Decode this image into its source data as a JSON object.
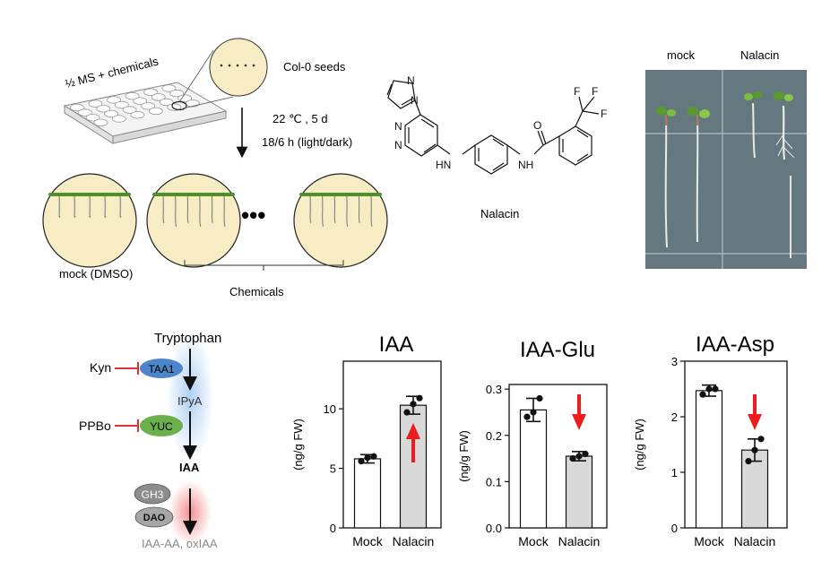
{
  "workflow": {
    "medium_label": "½ MS + chemicals",
    "seeds_label": "Col-0 seeds",
    "condition_temp": "22  ℃ , 5 d",
    "condition_light": "18/6 h (light/dark)",
    "mock_label": "mock (DMSO)",
    "chemicals_label": "Chemicals",
    "ellipsis": "•••"
  },
  "structure": {
    "compound_name": "Nalacin",
    "atom_labels": {
      "N1": "N",
      "N2": "N",
      "N3": "N",
      "N4": "N",
      "HN_left": "HN",
      "NH_right": "NH",
      "O": "O",
      "F1": "F",
      "F2": "F",
      "F3": "F"
    }
  },
  "photo": {
    "label_mock": "mock",
    "label_nalacin": "Nalacin"
  },
  "pathway": {
    "tryptophan": "Tryptophan",
    "kyn": "Kyn",
    "taa1": "TAA1",
    "ipya": "IPyA",
    "ppbo": "PPBo",
    "yuc": "YUC",
    "iaa": "IAA",
    "gh3": "GH3",
    "dao": "DAO",
    "products": "IAA-AA, oxIAA"
  },
  "colors": {
    "taa1": "#4a86c8",
    "yuc": "#6ab04c",
    "ellipse_grey": "#8c8c8c",
    "inhibit_red": "#e03030",
    "arrow_red": "#ee1c1c",
    "glow_blue": "#a9cdf2",
    "glow_red": "#f28a8a",
    "plate_fill": "#f8ecc4",
    "bar_grey": "#d9d9d9"
  },
  "chart_data": [
    {
      "type": "bar",
      "title": "IAA",
      "ylabel": "(ng/g FW)",
      "categories": [
        "Mock",
        "Nalacin"
      ],
      "values": [
        5.8,
        10.3
      ],
      "errors": [
        0.35,
        0.75
      ],
      "points": [
        [
          5.6,
          5.9,
          6.0
        ],
        [
          9.7,
          10.4,
          10.9
        ]
      ],
      "ylim": [
        0,
        14
      ],
      "yticks": [
        "0",
        "5",
        "10"
      ],
      "annotation": "up-arrow on Nalacin"
    },
    {
      "type": "bar",
      "title": "IAA-Glu",
      "ylabel": "(ng/g FW)",
      "categories": [
        "Mock",
        "Nalacin"
      ],
      "values": [
        0.255,
        0.155
      ],
      "errors": [
        0.025,
        0.01
      ],
      "points": [
        [
          0.24,
          0.25,
          0.28
        ],
        [
          0.15,
          0.155,
          0.16
        ]
      ],
      "ylim": [
        0,
        0.31
      ],
      "yticks": [
        "0.0",
        "0.1",
        "0.2",
        "0.3"
      ],
      "annotation": "down-arrow above Nalacin"
    },
    {
      "type": "bar",
      "title": "IAA-Asp",
      "ylabel": "(ng/g FW)",
      "categories": [
        "Mock",
        "Nalacin"
      ],
      "values": [
        2.47,
        1.4
      ],
      "errors": [
        0.1,
        0.2
      ],
      "points": [
        [
          2.4,
          2.5,
          2.5
        ],
        [
          1.2,
          1.4,
          1.6
        ]
      ],
      "ylim": [
        0,
        3
      ],
      "yticks": [
        "0",
        "1",
        "2",
        "3"
      ],
      "annotation": "down-arrow above Nalacin"
    }
  ]
}
